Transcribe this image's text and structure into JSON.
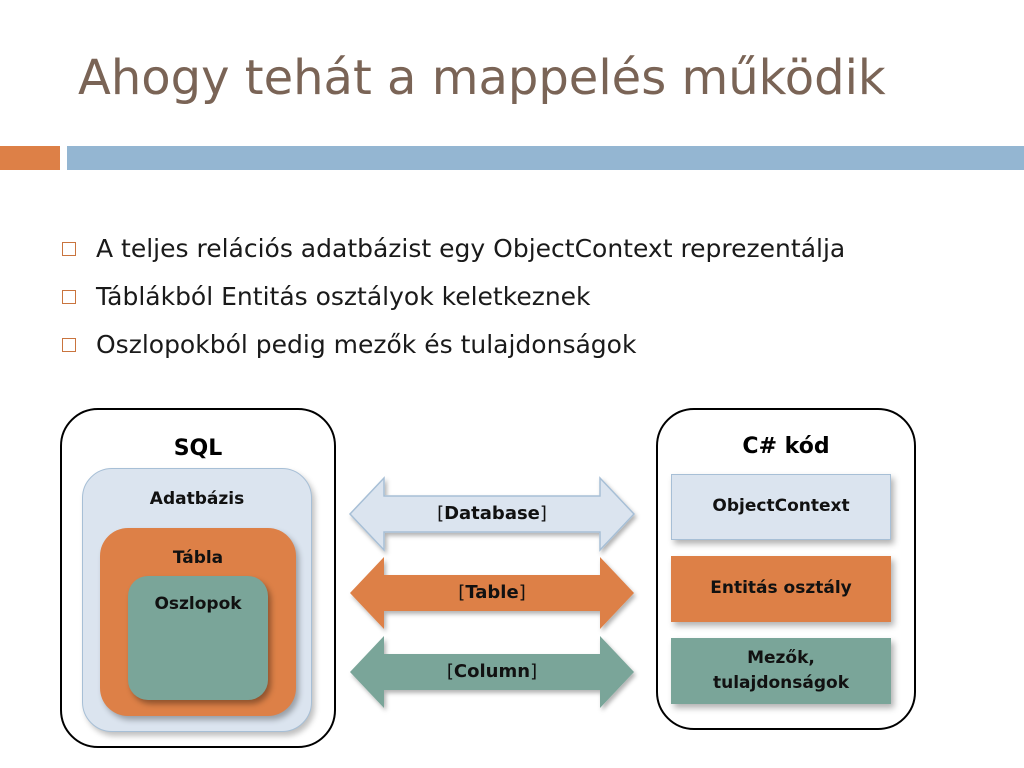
{
  "slide": {
    "title": "Ahogy tehát a mappelés működik",
    "bullets": [
      "A teljes relációs adatbázist egy ObjectContext reprezentálja",
      "Táblákból Entitás osztályok keletkeznek",
      "Oszlopokból pedig mezők és tulajdonságok"
    ]
  },
  "sql_panel": {
    "heading": "SQL",
    "database_label": "Adatbázis",
    "table_label": "Tábla",
    "columns_label": "Oszlopok"
  },
  "arrows": [
    {
      "open": "[",
      "name": "Database",
      "close": "]"
    },
    {
      "open": "[",
      "name": "Table",
      "close": "]"
    },
    {
      "open": "[",
      "name": "Column",
      "close": "]"
    }
  ],
  "cs_panel": {
    "heading": "C# kód",
    "object_context": "ObjectContext",
    "entity_class": "Entitás osztály",
    "fields_line1": "Mezők,",
    "fields_line2": "tulajdonságok"
  },
  "colors": {
    "title": "#7a6456",
    "accent_orange": "#dd8047",
    "accent_blue": "#94b6d2",
    "light_blue_fill": "#dbe4ef",
    "teal": "#7aa599"
  }
}
